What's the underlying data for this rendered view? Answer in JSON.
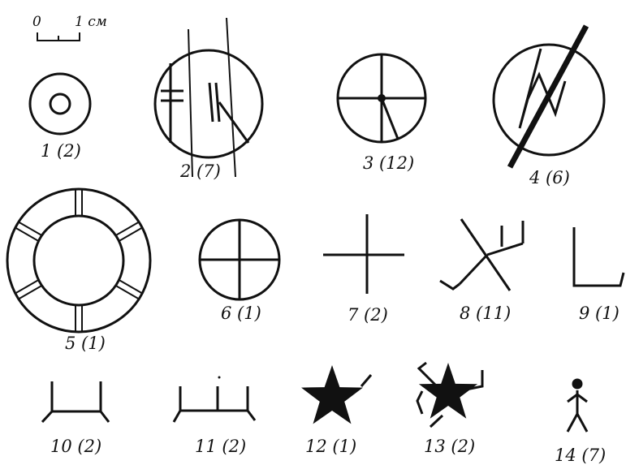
{
  "scale_bar": {
    "label_zero": "0",
    "label_one": "1 см"
  },
  "figures": [
    {
      "label": "1 (2)",
      "shape": "ring-with-inner-circle"
    },
    {
      "label": "2 (7)",
      "shape": "circle-with-vertical-strokes"
    },
    {
      "label": "3 (12)",
      "shape": "circle-with-cross-and-dot"
    },
    {
      "label": "4 (6)",
      "shape": "circle-with-diagonal-bar-and-zigzag"
    },
    {
      "label": "5 (1)",
      "shape": "thick-ring-with-six-spokes"
    },
    {
      "label": "6 (1)",
      "shape": "circle-with-cross"
    },
    {
      "label": "7 (2)",
      "shape": "plus-cross"
    },
    {
      "label": "8 (11)",
      "shape": "hooked-x-figure"
    },
    {
      "label": "9 (1)",
      "shape": "corner-bracket"
    },
    {
      "label": "10 (2)",
      "shape": "u-bracket"
    },
    {
      "label": "11 (2)",
      "shape": "trident-bracket"
    },
    {
      "label": "12 (1)",
      "shape": "filled-star-with-tail"
    },
    {
      "label": "13 (2)",
      "shape": "filled-star-with-legs"
    },
    {
      "label": "14 (7)",
      "shape": "stick-figure"
    }
  ]
}
